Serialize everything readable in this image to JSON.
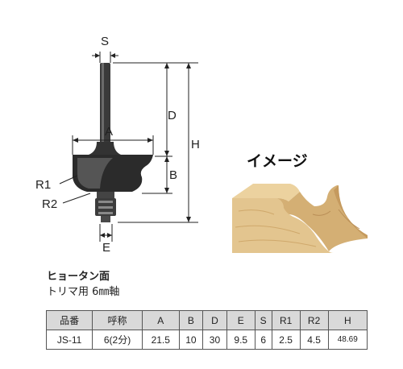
{
  "dimensions": {
    "S": "S",
    "A": "A",
    "D": "D",
    "B": "B",
    "H": "H",
    "E": "E",
    "R1": "R1",
    "R2": "R2"
  },
  "image_label": "イメージ",
  "product": {
    "name": "ヒョータン面",
    "description": "トリマ用 6㎜軸"
  },
  "table": {
    "headers": [
      "品番",
      "呼称",
      "A",
      "B",
      "D",
      "E",
      "S",
      "R1",
      "R2",
      "H"
    ],
    "rows": [
      [
        "JS-11",
        "6(2分)",
        "21.5",
        "10",
        "30",
        "9.5",
        "6",
        "2.5",
        "4.5",
        "48.69"
      ]
    ]
  },
  "colors": {
    "wood": "#e3c58f",
    "wood_shade": "#c9a165",
    "wood_dark": "#a77c43",
    "bit": "#2b2b2b"
  }
}
